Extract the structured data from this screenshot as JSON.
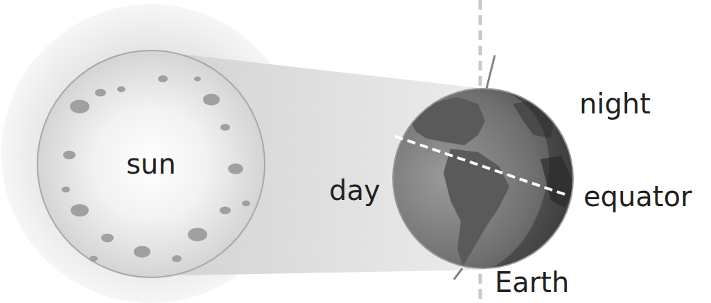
{
  "diagram": {
    "nodes": [
      {
        "text": [
          "sun"
        ]
      }
    ],
    "labels": [
      "day",
      "night",
      "equator",
      "Earth"
    ]
  }
}
